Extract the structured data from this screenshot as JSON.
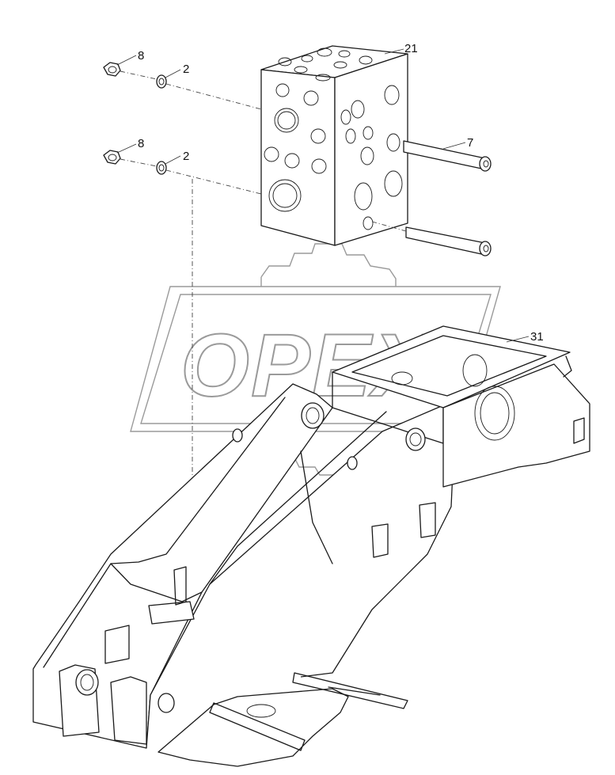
{
  "diagram": {
    "kind": "exploded parts view",
    "watermark": {
      "text": "OPEX",
      "icon": "gear-logo"
    },
    "callouts": [
      {
        "id": "callout-8-upper",
        "label": "8"
      },
      {
        "id": "callout-2-upper",
        "label": "2"
      },
      {
        "id": "callout-21",
        "label": "21"
      },
      {
        "id": "callout-7",
        "label": "7"
      },
      {
        "id": "callout-8-lower",
        "label": "8"
      },
      {
        "id": "callout-2-lower",
        "label": "2"
      },
      {
        "id": "callout-31",
        "label": "31"
      }
    ]
  }
}
